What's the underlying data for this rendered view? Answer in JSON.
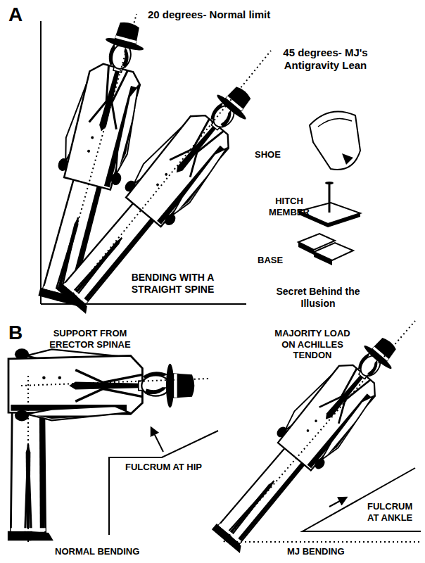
{
  "diagram": {
    "labels": [
      "A",
      "20 degrees- Normal limit",
      "45 degrees- MJ's Antigravity Lean",
      "SHOE",
      "HITCH MEMBER",
      "BASE",
      "Secret Behind the Illusion",
      "BENDING WITH A STRAIGHT SPINE",
      "B",
      "SUPPORT FROM ERECTOR SPINAE",
      "MAJORITY LOAD ON ACHILLES TENDON",
      "FULCRUM AT HIP",
      "FULCRUM AT ANKLE",
      "NORMAL BENDING",
      "MJ BENDING"
    ]
  }
}
